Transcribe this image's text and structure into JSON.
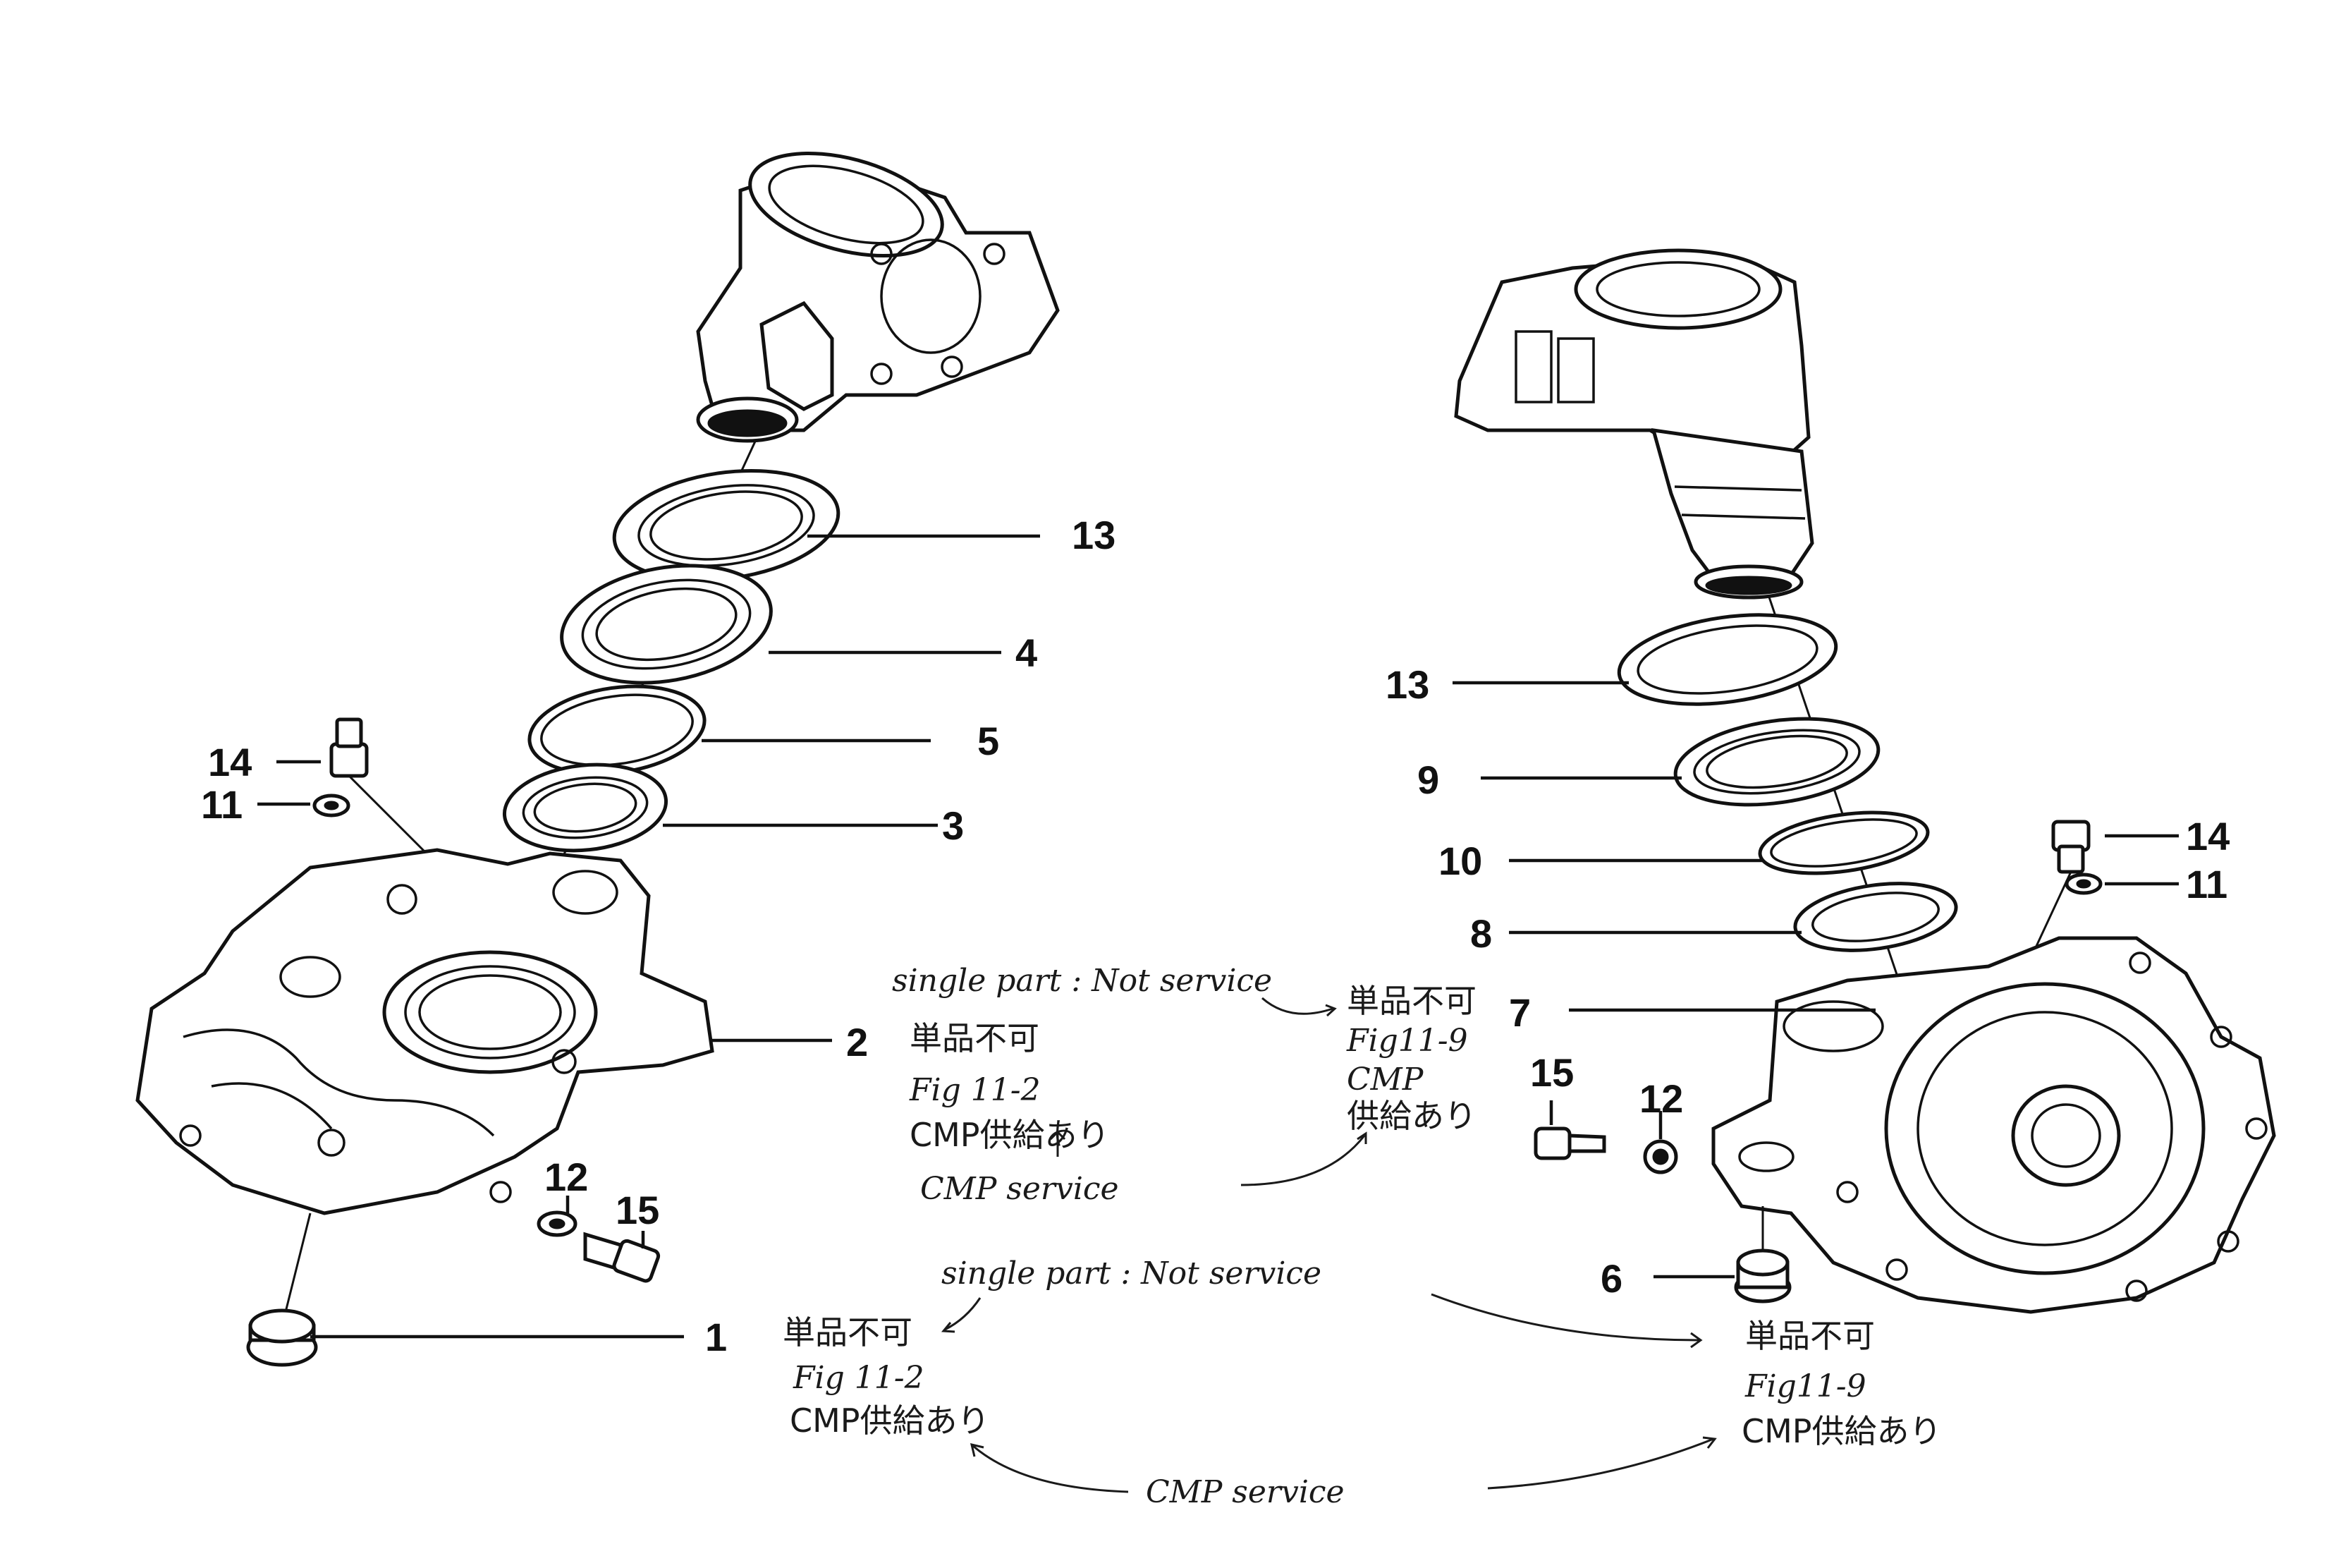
{
  "callouts_left": {
    "c13": "13",
    "c4": "4",
    "c5": "5",
    "c3": "3",
    "c14": "14",
    "c11": "11",
    "c2": "2",
    "c12": "12",
    "c15": "15",
    "c1": "1"
  },
  "callouts_right": {
    "c13": "13",
    "c9": "9",
    "c10": "10",
    "c8": "8",
    "c7": "7",
    "c14": "14",
    "c11": "11",
    "c15": "15",
    "c12": "12",
    "c6": "6"
  },
  "notes": {
    "upper": {
      "single_part": "single part : Not service",
      "tanpin_left": "単品不可",
      "fig_left": "Fig 11-2",
      "cmp_left": "CMP供給あり",
      "cmp_service": "CMP service",
      "tanpin_right": "単品不可",
      "fig_right": "Fig11-9",
      "cmp_right_a": "CMP",
      "cmp_right_b": "供給あり"
    },
    "lower": {
      "single_part": "single part : Not service",
      "tanpin_left": "単品不可",
      "fig_left": "Fig 11-2",
      "cmp_left": "CMP供給あり",
      "cmp_service": "CMP service",
      "tanpin_right": "単品不可",
      "fig_right": "Fig11-9",
      "cmp_right": "CMP供給あり"
    }
  }
}
